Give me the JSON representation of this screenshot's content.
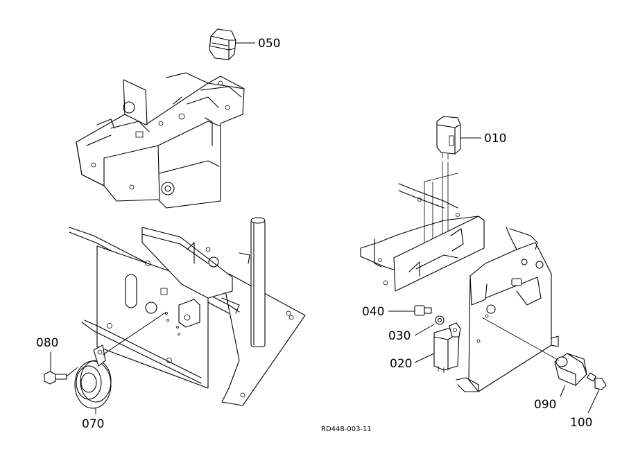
{
  "diagram": {
    "callouts": {
      "p050": "050",
      "p010": "010",
      "p040": "040",
      "p030": "030",
      "p020": "020",
      "p080": "080",
      "p070": "070",
      "p090": "090",
      "p100": "100"
    },
    "reference_code": "RD448-003-11"
  }
}
